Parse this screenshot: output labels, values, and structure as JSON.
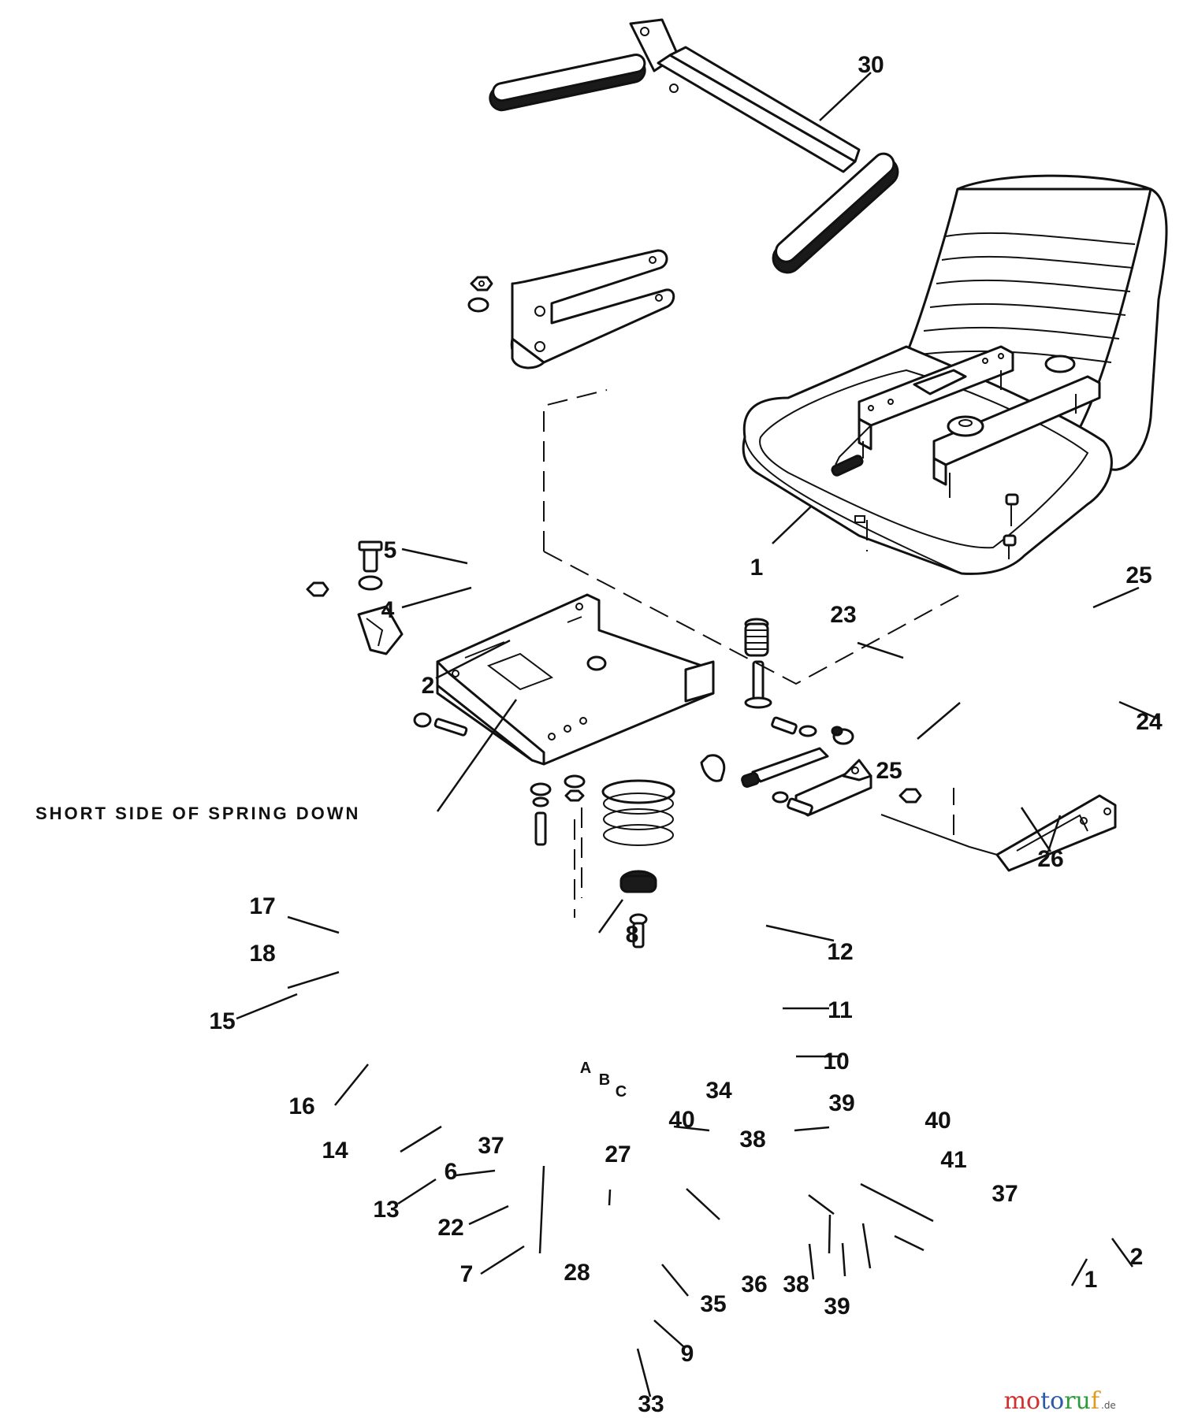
{
  "note": "SHORT SIDE OF SPRING DOWN",
  "watermark": {
    "brand": "motoruf",
    "suffix": ".de",
    "colors": [
      "#d03030",
      "#2a5aa8",
      "#2e9a3a",
      "#e09a20"
    ]
  },
  "callouts": {
    "c30": "30",
    "c1a": "1",
    "c5": "5",
    "c4": "4",
    "c2a": "2",
    "c23": "23",
    "c25a": "25",
    "c24": "24",
    "c25b": "25",
    "c26": "26",
    "c17": "17",
    "c18": "18",
    "c15": "15",
    "c8": "8",
    "c12": "12",
    "c11": "11",
    "c10": "10",
    "c16": "16",
    "c34": "34",
    "c39a": "39",
    "c14": "14",
    "c37a": "37",
    "c27": "27",
    "c40a": "40",
    "c40b": "40",
    "c38a": "38",
    "c41": "41",
    "c13": "13",
    "c6": "6",
    "c37b": "37",
    "c22": "22",
    "c7": "7",
    "c28": "28",
    "c35": "35",
    "c36": "36",
    "c38b": "38",
    "c39b": "39",
    "c1b": "1",
    "c2b": "2",
    "c9": "9",
    "c33": "33"
  },
  "letters": {
    "a": "A",
    "b": "B",
    "c": "C"
  }
}
